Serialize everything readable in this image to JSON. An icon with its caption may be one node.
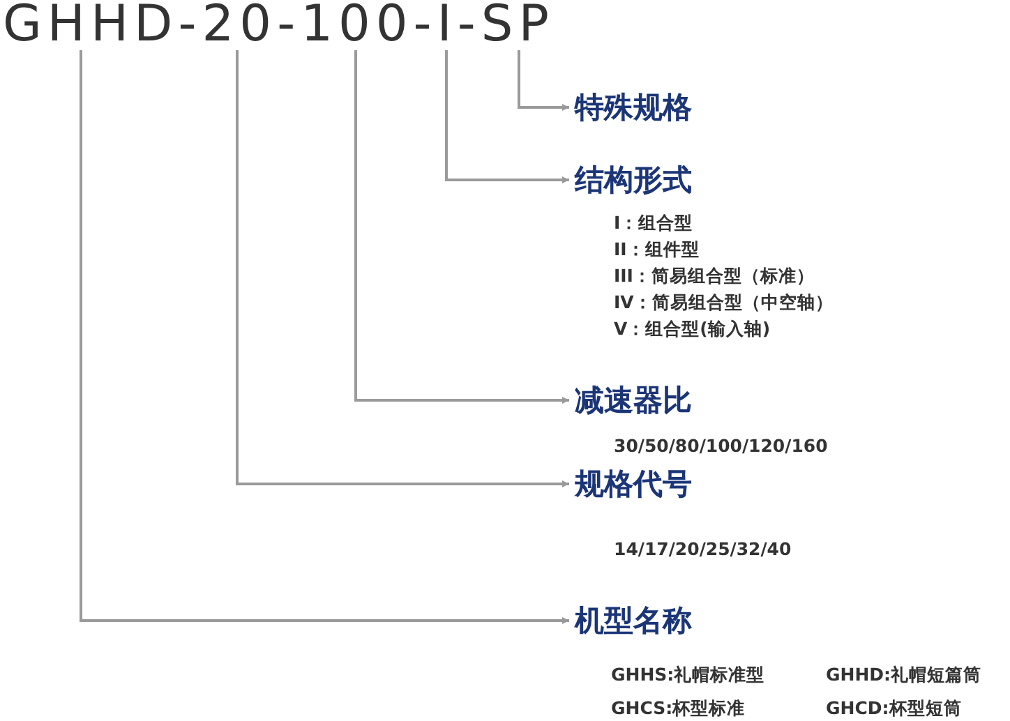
{
  "diagram": {
    "nodes": [
      {
        "text": [
          "GHHD"
        ]
      },
      {
        "text": [
          "20"
        ]
      },
      {
        "text": [
          "100"
        ]
      },
      {
        "text": [
          "I"
        ]
      },
      {
        "text": [
          "SP"
        ]
      },
      {
        "text": [
          "特殊规格"
        ]
      },
      {
        "text": [
          "结构形式"
        ],
        "beside": [
          "I：组合型",
          "II：组件型",
          "III：简易组合型（标准）",
          "IV：简易组合型（中空轴）",
          "V：组合型(输入轴)"
        ]
      },
      {
        "text": [
          "减速器比"
        ],
        "beside": [
          "30/50/80/100/120/160"
        ]
      },
      {
        "text": [
          "规格代号"
        ],
        "beside": [
          "14/17/20/25/32/40"
        ]
      },
      {
        "text": [
          "机型名称"
        ],
        "beside": [
          "GHHS:礼帽标准型",
          "GHHD:礼帽短篇筒",
          "GHCS:杯型标准",
          "GHCD:杯型短筒"
        ]
      }
    ],
    "edges": [
      {
        "from": 4,
        "to": 5,
        "arrow": "to"
      },
      {
        "from": 3,
        "to": 6,
        "arrow": "to"
      },
      {
        "from": 2,
        "to": 7,
        "arrow": "to"
      },
      {
        "from": 1,
        "to": 8,
        "arrow": "to"
      },
      {
        "from": 0,
        "to": 9,
        "arrow": "to"
      }
    ],
    "labels": [
      "-",
      "-",
      "-",
      "-"
    ]
  }
}
